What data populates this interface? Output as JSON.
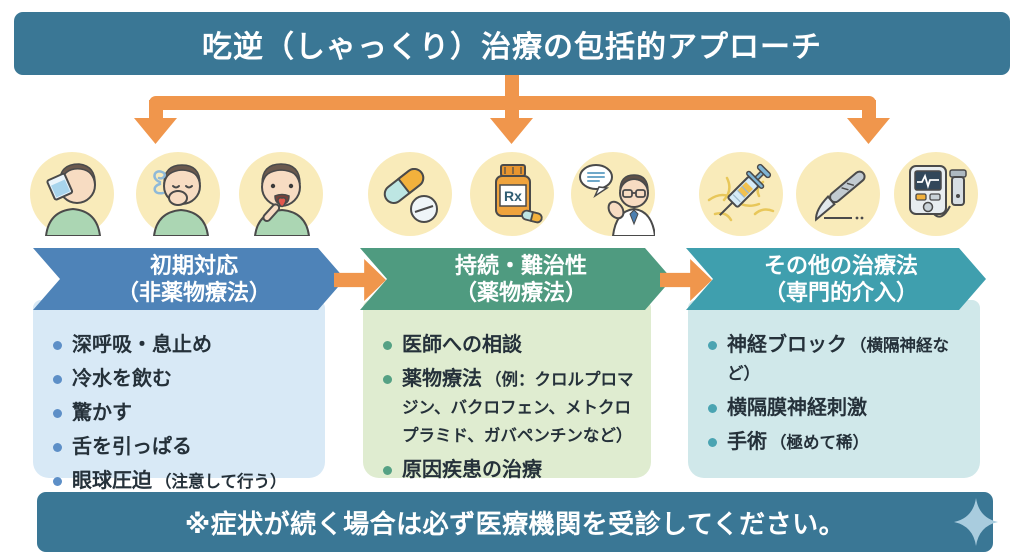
{
  "header": {
    "title": "吃逆（しゃっくり）治療の包括的アプローチ"
  },
  "footer": {
    "notice": "※症状が続く場合は必ず医療機関を受診してください。",
    "sparkle_icon": "sparkle-diamond-icon"
  },
  "colors": {
    "header_footer_bg": "#3A7795",
    "connector_orange": "#F0964C",
    "banner_blue": "#4E83B8",
    "banner_green": "#4F9B80",
    "banner_teal": "#3F9FAE",
    "box_blue_bg": "#D8E9F6",
    "box_green_bg": "#DFECD0",
    "box_teal_bg": "#D0E8EA",
    "bullet_blue": "#5D8FC7",
    "bullet_green": "#55A184",
    "bullet_teal": "#4AA4B2",
    "icon_circle_bg": "#F9EBBA",
    "text_dark": "#25313A"
  },
  "columns": [
    {
      "banner_line1": "初期対応",
      "banner_line2": "（非薬物療法）",
      "icons": [
        "drink-cold-water-icon",
        "hold-breath-icon",
        "pull-tongue-icon"
      ],
      "items": [
        {
          "main": "深呼吸・息止め"
        },
        {
          "main": "冷水を飲む"
        },
        {
          "main": "驚かす"
        },
        {
          "main": "舌を引っぱる"
        },
        {
          "main": "眼球圧迫",
          "note": "（注意して行う）"
        }
      ]
    },
    {
      "banner_line1": "持続・難治性",
      "banner_line2": "（薬物療法）",
      "icons": [
        "capsule-tablet-icon",
        "rx-bottle-icon",
        "doctor-consult-icon"
      ],
      "items": [
        {
          "main": "医師への相談"
        },
        {
          "main": "薬物療法",
          "note": "（例：クロルプロマジン、バクロフェン、メトクロプラミド、ガバペンチンなど）"
        },
        {
          "main": "原因疾患の治療"
        }
      ]
    },
    {
      "banner_line1": "その他の治療法",
      "banner_line2": "（専門的介入）",
      "icons": [
        "nerve-block-syringe-icon",
        "scalpel-icon",
        "nerve-stimulator-icon"
      ],
      "items": [
        {
          "main": "神経ブロック",
          "note": "（横隔神経など）"
        },
        {
          "main": "横隔膜神経刺激"
        },
        {
          "main": "手術",
          "note": "（極めて稀）"
        }
      ]
    }
  ]
}
